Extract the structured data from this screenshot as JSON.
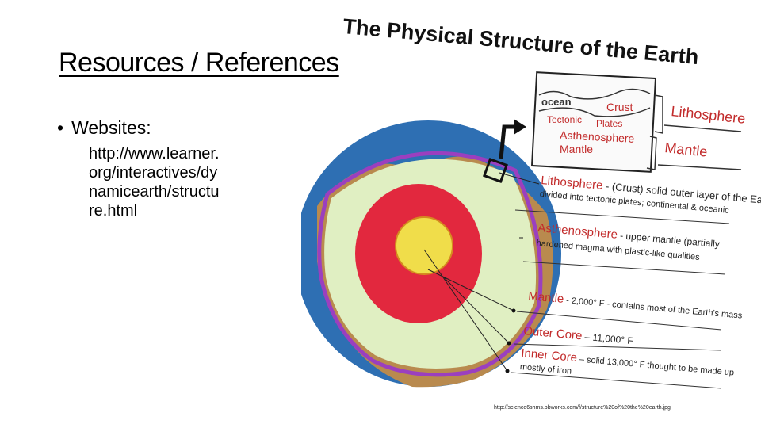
{
  "slide": {
    "title": "Resources / References",
    "bullet": "Websites:",
    "link_lines": [
      "http://www.learner.",
      "org/interactives/dy",
      "namicearth/structu",
      "re.html"
    ]
  },
  "figure": {
    "title": "The Physical Structure of the Earth",
    "box_labels": {
      "ocean": "ocean",
      "crust": "Crust",
      "tectonic": "Tectonic",
      "plates": "Plates",
      "asthenosphere": "Asthenosphere",
      "mantle": "Mantle"
    },
    "bracket_labels": {
      "lithosphere": "Lithosphere",
      "mantle": "Mantle"
    },
    "descriptions": [
      {
        "term": "Lithosphere",
        "line1": " - (Crust) solid outer layer of the Earth;",
        "line2": "divided into tectonic plates; continental & oceanic"
      },
      {
        "term": "Asthenosphere",
        "line1": " - upper mantle (partially",
        "line2": "hardened magma with plastic-like qualities"
      },
      {
        "term": "Mantle",
        "line1": " - 2,000° F - contains most of the Earth's mass",
        "line2": ""
      },
      {
        "term": "Outer Core",
        "line1": " – 11,000° F",
        "line2": ""
      },
      {
        "term": "Inner Core",
        "line1": " – solid 13,000° F thought to be made up",
        "line2": "mostly of iron"
      }
    ],
    "colors": {
      "ocean_blue": "#2e6fb3",
      "land_brown": "#b98a4e",
      "mantle_green": "#e0efc2",
      "outer_core_red": "#e2283e",
      "inner_core_yellow": "#f0dd4a",
      "asthenosphere_purple": "#9b3fbf",
      "label_orange": "#e46a1e",
      "label_red": "#c22b2b"
    },
    "credit": "http://science6shms.pbworks.com/f/structure%20of%20the%20earth.jpg"
  }
}
